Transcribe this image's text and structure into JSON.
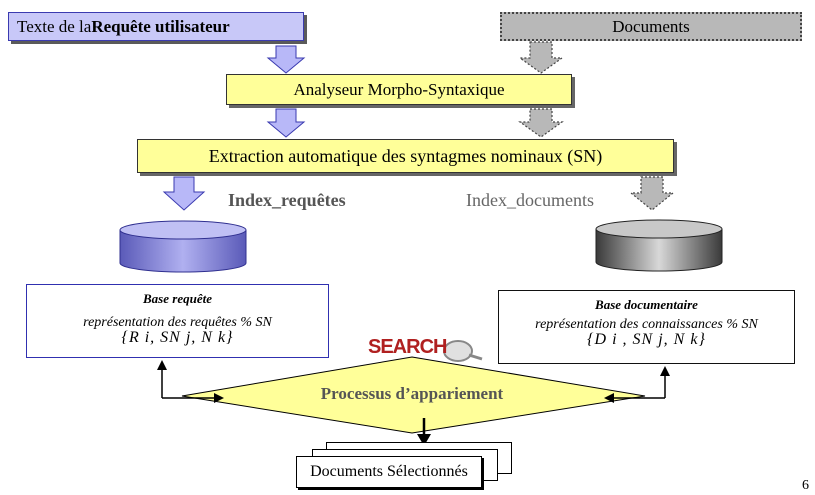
{
  "user_query": {
    "prefix": "Texte de la ",
    "bold": "Requête utilisateur"
  },
  "documents": "Documents",
  "analyseur": "Analyseur Morpho-Syntaxique",
  "extraction": "Extraction automatique des syntagmes nominaux (SN)",
  "index_requetes": "Index_requêtes",
  "index_documents": "Index_documents",
  "base_requete": {
    "title": "Base requête",
    "line": "représentation des requêtes % SN",
    "formula": "{R i, SN j, N k}"
  },
  "base_documentaire": {
    "title": "Base documentaire",
    "line": "représentation des connaissances % SN",
    "formula": "{D i , SN j, N k}"
  },
  "search_logo": "SEARCH",
  "processus": "Processus d’appariement",
  "selected_docs": "Documents Sélectionnés",
  "page_number": "6",
  "colors": {
    "query_fill": "#c8c8f8",
    "arrow_blue": "#b8b8f8",
    "cylinder_blue": "#8a8ad8",
    "doc_gray": "#b8b8b8",
    "yellow": "#ffff99"
  }
}
